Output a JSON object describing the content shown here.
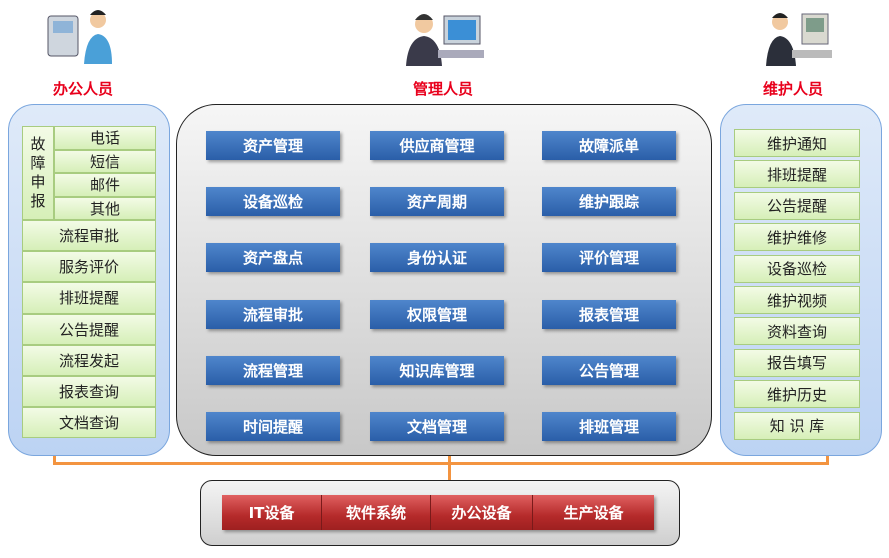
{
  "roles": {
    "office": "办公人员",
    "manager": "管理人员",
    "maintenance": "维护人员"
  },
  "office": {
    "fault_label": [
      "故",
      "障",
      "申",
      "报"
    ],
    "fault_channels": [
      "电话",
      "短信",
      "邮件",
      "其他"
    ],
    "items": [
      "流程审批",
      "服务评价",
      "排班提醒",
      "公告提醒",
      "流程发起",
      "报表查询",
      "文档查询"
    ]
  },
  "management": {
    "items": [
      "资产管理",
      "供应商管理",
      "故障派单",
      "设备巡检",
      "资产周期",
      "维护跟踪",
      "资产盘点",
      "身份认证",
      "评价管理",
      "流程审批",
      "权限管理",
      "报表管理",
      "流程管理",
      "知识库管理",
      "公告管理",
      "时间提醒",
      "文档管理",
      "排班管理"
    ]
  },
  "maintenance": {
    "items": [
      "维护通知",
      "排班提醒",
      "公告提醒",
      "维护维修",
      "设备巡检",
      "维护视频",
      "资料查询",
      "报告填写",
      "维护历史",
      "知 识 库"
    ]
  },
  "devices": [
    "IT设备",
    "软件系统",
    "办公设备",
    "生产设备"
  ],
  "colors": {
    "role": "#e8001c",
    "blue": "#2a5ea8",
    "red": "#b52a2a",
    "green": "#d6efb8",
    "connector": "#f39440"
  }
}
